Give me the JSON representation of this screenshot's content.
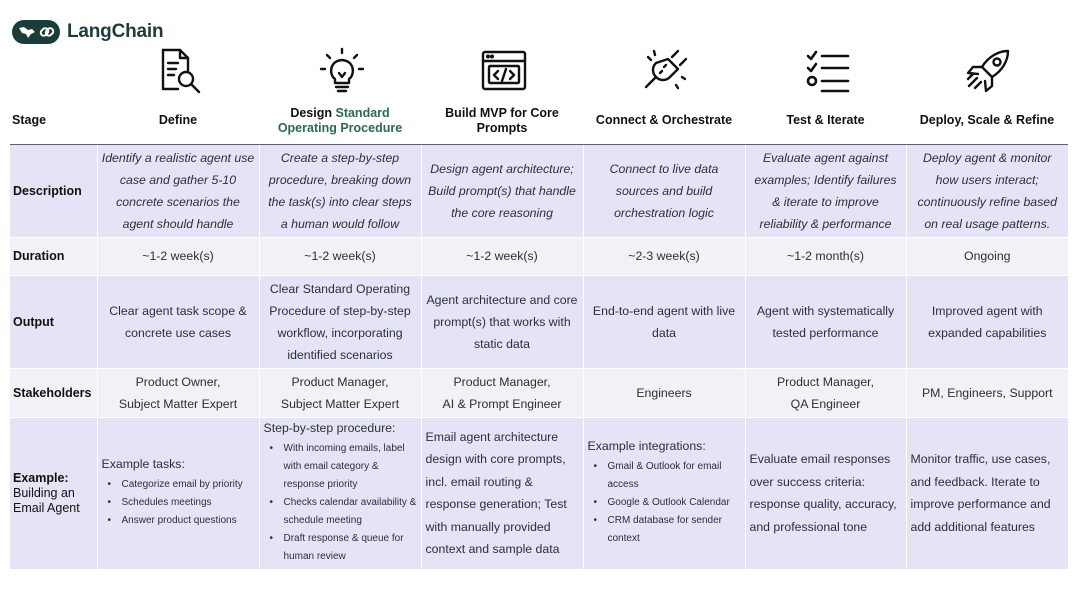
{
  "brand": {
    "name": "LangChain",
    "color": "#1c3c3c"
  },
  "header": {
    "stage_label": "Stage",
    "columns": [
      {
        "title_plain": "Define",
        "title_accent": "",
        "icon": "document-search-icon"
      },
      {
        "title_plain": "Design ",
        "title_accent": "Standard Operating Procedure",
        "icon": "lightbulb-icon"
      },
      {
        "title_plain": "Build MVP for Core Prompts",
        "title_accent": "",
        "icon": "code-window-icon"
      },
      {
        "title_plain": "Connect & Orchestrate",
        "title_accent": "",
        "icon": "plug-icon"
      },
      {
        "title_plain": "Test & Iterate",
        "title_accent": "",
        "icon": "checklist-icon"
      },
      {
        "title_plain": "Deploy, Scale & Refine",
        "title_accent": "",
        "icon": "rocket-icon"
      }
    ]
  },
  "rows": {
    "description": {
      "label": "Description",
      "cells": [
        "Identify a realistic agent use case and gather 5-10 concrete scenarios the agent should handle",
        "Create a step-by-step procedure, breaking down the task(s) into clear steps a human would follow",
        "Design agent architecture; Build prompt(s) that handle the core reasoning",
        "Connect to live data sources and build orchestration logic",
        "Evaluate agent against examples; Identify failures & iterate to improve reliability & performance",
        "Deploy agent & monitor how users interact; continuously refine based on real usage patterns."
      ]
    },
    "duration": {
      "label": "Duration",
      "cells": [
        "~1-2 week(s)",
        "~1-2 week(s)",
        "~1-2 week(s)",
        "~2-3 week(s)",
        "~1-2 month(s)",
        "Ongoing"
      ]
    },
    "output": {
      "label": "Output",
      "cells": [
        "Clear agent task scope & concrete use cases",
        "Clear Standard Operating Procedure of step-by-step workflow, incorporating identified scenarios",
        "Agent architecture and core prompt(s) that works with static data",
        "End-to-end agent with live data",
        "Agent with systematically tested performance",
        "Improved agent with expanded capabilities"
      ]
    },
    "stakeholders": {
      "label": "Stakeholders",
      "cells": [
        [
          "Product Owner,",
          "Subject Matter Expert"
        ],
        [
          "Product Manager,",
          "Subject Matter Expert"
        ],
        [
          "Product Manager,",
          "AI & Prompt Engineer"
        ],
        [
          "Engineers"
        ],
        [
          "Product Manager,",
          "QA Engineer"
        ],
        [
          "PM, Engineers, Support"
        ]
      ]
    },
    "example": {
      "label": "Example:",
      "label_sub": "Building an Email Agent",
      "define": {
        "lead": "Example tasks:",
        "items": [
          "Categorize email by priority",
          "Schedules meetings",
          "Answer product questions"
        ]
      },
      "sop": {
        "lead": "Step-by-step procedure:",
        "items": [
          "With incoming emails, label with email category & response priority",
          "Checks calendar availability & schedule meeting",
          "Draft response & queue for human review"
        ]
      },
      "mvp": "Email agent architecture design with core prompts, incl. email routing & response generation; Test with manually provided context and sample data",
      "connect": {
        "lead": "Example integrations:",
        "items": [
          "Gmail & Outlook for email access",
          "Google & Outlook Calendar",
          "CRM database for sender context"
        ]
      },
      "test": "Evaluate email responses over success criteria: response quality, accuracy, and professional tone",
      "deploy": "Monitor traffic, use cases, and feedback. Iterate to improve performance and add additional features"
    }
  }
}
